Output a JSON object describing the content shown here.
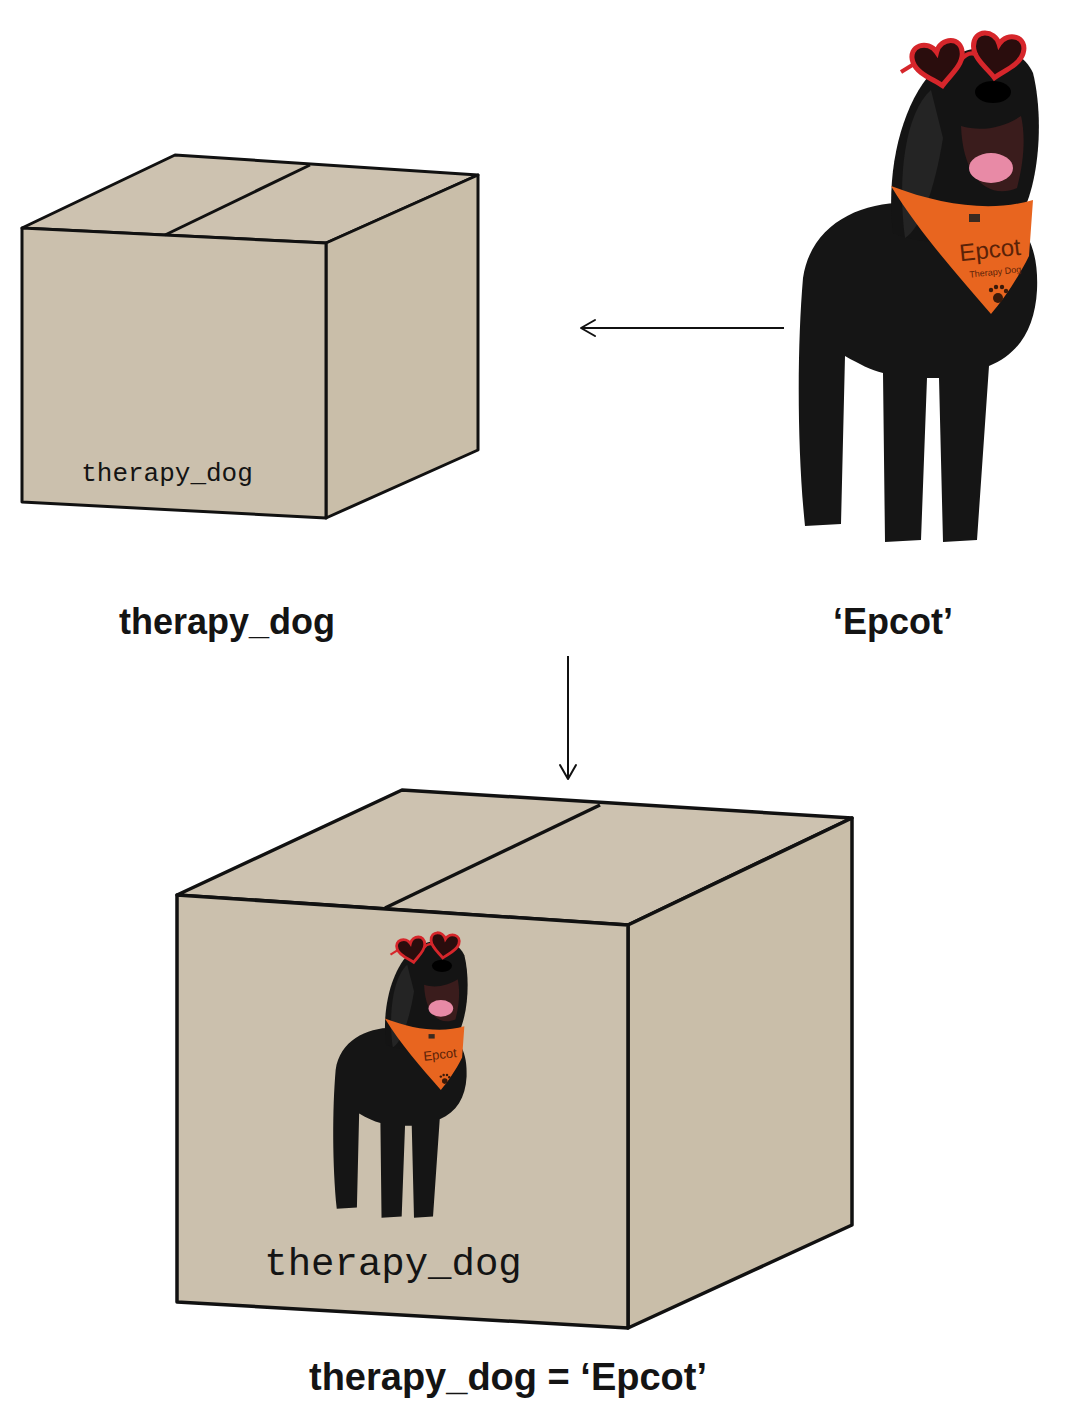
{
  "diagram": {
    "nodes": [
      {
        "text": [
          "therapy_dog",
          "therapy_dog"
        ]
      },
      {
        "text": [
          "‘Epcot’"
        ]
      },
      {
        "text": [
          "therapy_dog",
          "therapy_dog = ‘Epcot’"
        ]
      }
    ],
    "edges": [
      {
        "from": 1,
        "to": 0,
        "arrow": "to"
      },
      {
        "from": 0,
        "to": 2,
        "arrow": "to"
      }
    ],
    "labels": [
      "Epcot",
      "Therapy Dog",
      "Epcot"
    ]
  }
}
